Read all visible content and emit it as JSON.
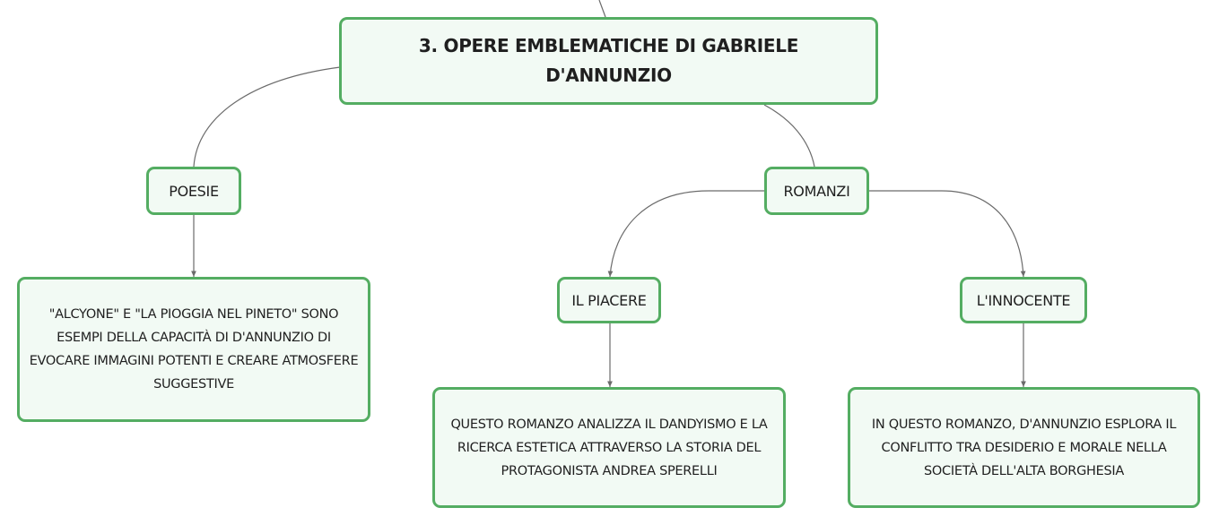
{
  "root": {
    "title": "3. OPERE EMBLEMATICHE DI GABRIELE D'ANNUNZIO"
  },
  "poesie": {
    "label": "POESIE",
    "description": "\"ALCYONE\" E \"LA PIOGGIA NEL PINETO\" SONO ESEMPI DELLA CAPACITÀ DI D'ANNUNZIO DI EVOCARE IMMAGINI POTENTI E CREARE ATMOSFERE SUGGESTIVE"
  },
  "romanzi": {
    "label": "ROMANZI",
    "il_piacere": {
      "label": "IL PIACERE",
      "description": "QUESTO ROMANZO ANALIZZA IL DANDYISMO E LA RICERCA ESTETICA ATTRAVERSO LA STORIA DEL PROTAGONISTA ANDREA SPERELLI"
    },
    "l_innocente": {
      "label": "L'INNOCENTE",
      "description": "IN QUESTO ROMANZO, D'ANNUNZIO ESPLORA IL CONFLITTO TRA DESIDERIO E MORALE NELLA SOCIETÀ DELL'ALTA BORGHESIA"
    }
  },
  "colors": {
    "border": "#54ad62",
    "fill": "#f2faf4",
    "connector": "#6b6b6b"
  }
}
